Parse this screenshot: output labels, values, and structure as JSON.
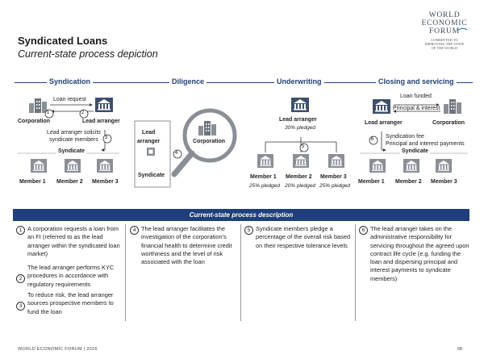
{
  "header": {
    "title": "Syndicated Loans",
    "subtitle": "Current-state process depiction",
    "logo_name": "WORLD ECONOMIC FORUM",
    "logo_tagline": "COMMITTED TO IMPROVING THE STATE OF THE WORLD"
  },
  "phases": [
    "Syndication",
    "Diligence",
    "Underwriting",
    "Closing and servicing"
  ],
  "diagram": {
    "loan_request": "Loan request",
    "corporation": "Corporation",
    "lead_arranger": "Lead arranger",
    "lead_arranger_solicits": "Lead arranger solicits",
    "syndicate_members": "syndicate members",
    "syndicate": "Syndicate",
    "members": [
      "Member 1",
      "Member 2",
      "Member 3"
    ],
    "lead": "Lead",
    "arranger": "arranger",
    "corporation_mid": "Corporation",
    "syndicate_mid": "Syndicate",
    "uw_lead_arranger": "Lead arranger",
    "uw_lead_pledge": "30% pledged",
    "uw_pledges": [
      "25% pledged",
      "20% pledged",
      "25% pledged"
    ],
    "loan_funded": "Loan funded",
    "principal_interest": "Principal & interest",
    "close_lead_arranger": "Lead arranger",
    "close_corporation": "Corporation",
    "syndication_fee": "Syndication fee",
    "principal_interest_payments": "Principal and interest payments",
    "close_syndicate": "Syndicate",
    "step_numbers": [
      "1",
      "2",
      "3",
      "4",
      "5",
      "6"
    ]
  },
  "description": {
    "heading": "Current-state process description",
    "col1": {
      "step1": "A corporation requests a loan from an FI (referred to as the lead arranger within the syndicated loan market)",
      "step2": "The lead arranger performs KYC procedures in accordance with regulatory requirements",
      "step3": "To reduce risk, the lead arranger sources prospective members to fund the loan"
    },
    "col2": {
      "step4": "The lead arranger facilitates the investigation of the corporation's financial health to determine credit worthiness and the level of risk associated with the loan"
    },
    "col3": {
      "step5": "Syndicate members pledge a percentage of the overall risk based on their respective tolerance levels"
    },
    "col4": {
      "step6": "The lead arranger takes on the administrative responsibility for servicing throughout the agreed upon contract life cycle (e.g. funding the loan and dispersing principal and interest payments to syndicate members)"
    }
  },
  "footer": {
    "org": "WORLD ECONOMIC FORUM | 2016",
    "page": "68"
  },
  "colors": {
    "navy": "#1f3f7a",
    "grey_icon": "#8a8f96",
    "dark_icon": "#3d4f6b"
  }
}
